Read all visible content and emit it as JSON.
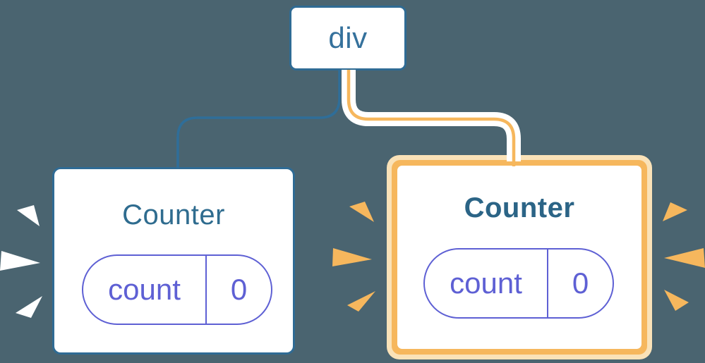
{
  "diagram": {
    "root": {
      "label": "div"
    },
    "left_counter": {
      "title": "Counter",
      "state": {
        "key": "count",
        "value": "0"
      }
    },
    "right_counter": {
      "title": "Counter",
      "state": {
        "key": "count",
        "value": "0"
      }
    },
    "colors": {
      "background": "#4a6470",
      "node_border_blue": "#2f6b94",
      "node_text_blue": "#35719c",
      "title_blue": "#2f6c8f",
      "title_blue_bold": "#2b6486",
      "edge_blue": "#2f6e99",
      "edge_orange": "#f6b75d",
      "edge_casing_white": "#ffffff",
      "highlight_orange": "#f6b75d",
      "highlight_peach": "#fae2b8",
      "pill_purple": "#5e60d4",
      "spark_white": "#ffffff",
      "spark_orange": "#f6b75d"
    }
  }
}
